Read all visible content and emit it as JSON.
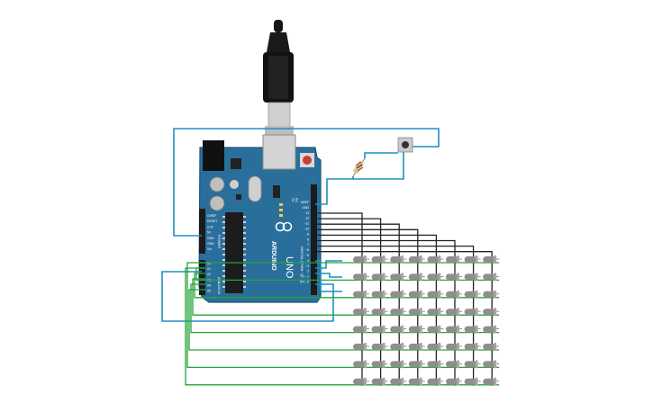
{
  "board": {
    "brand": "ARDUINO",
    "model": "UNO",
    "digital_header_label": "DIGITAL (PWM ~)",
    "power_header_label": "POWER",
    "analog_header_label": "ANALOG IN",
    "tx_label": "TX",
    "rx_label": "RX",
    "digital_pins": [
      "AREF",
      "GND",
      "13",
      "12",
      "~11",
      "~10",
      "~9",
      "8",
      "7",
      "~6",
      "~5",
      "4",
      "~3",
      "2",
      "TX→1",
      "RX←0"
    ],
    "power_pins": [
      "IOREF",
      "RESET",
      "3.3V",
      "5V",
      "GND",
      "GND",
      "Vin"
    ],
    "analog_pins": [
      "A0",
      "A1",
      "A2",
      "A3",
      "A4",
      "A5"
    ]
  },
  "led_matrix": {
    "rows": 8,
    "cols": 8
  },
  "icons": [
    "usb-cable-icon",
    "resistor-icon",
    "pushbutton-icon",
    "led-icon"
  ],
  "colors": {
    "board": "#2a6f9c",
    "board_edge": "#1d557b",
    "wire_blue": "#1e8fc5",
    "wire_green": "#27a33a",
    "wire_black": "#222222",
    "led": "#8e8e8e",
    "header": "#1b1b1b"
  }
}
